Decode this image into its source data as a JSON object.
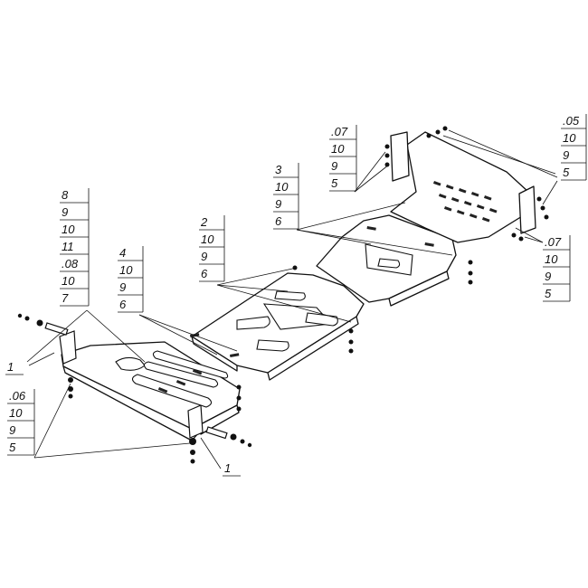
{
  "callouts": [
    {
      "id": "group-05",
      "lines": [
        ".05",
        "10",
        "9",
        "5"
      ]
    },
    {
      "id": "group-07-top",
      "lines": [
        ".07",
        "10",
        "9",
        "5"
      ]
    },
    {
      "id": "group-3",
      "lines": [
        "3",
        "10",
        "9",
        "6"
      ]
    },
    {
      "id": "group-2",
      "lines": [
        "2",
        "10",
        "9",
        "6"
      ]
    },
    {
      "id": "group-4",
      "lines": [
        "4",
        "10",
        "9",
        "6"
      ]
    },
    {
      "id": "group-8",
      "lines": [
        "8",
        "9",
        "10",
        "11",
        ".08",
        "10",
        "7"
      ]
    },
    {
      "id": "group-07-right",
      "lines": [
        ".07",
        "10",
        "9",
        "5"
      ]
    },
    {
      "id": "group-06",
      "lines": [
        ".06",
        "10",
        "9",
        "5"
      ]
    }
  ],
  "single_labels": [
    {
      "id": "label-1-left",
      "text": "1"
    },
    {
      "id": "label-1-bottom",
      "text": "1"
    }
  ]
}
